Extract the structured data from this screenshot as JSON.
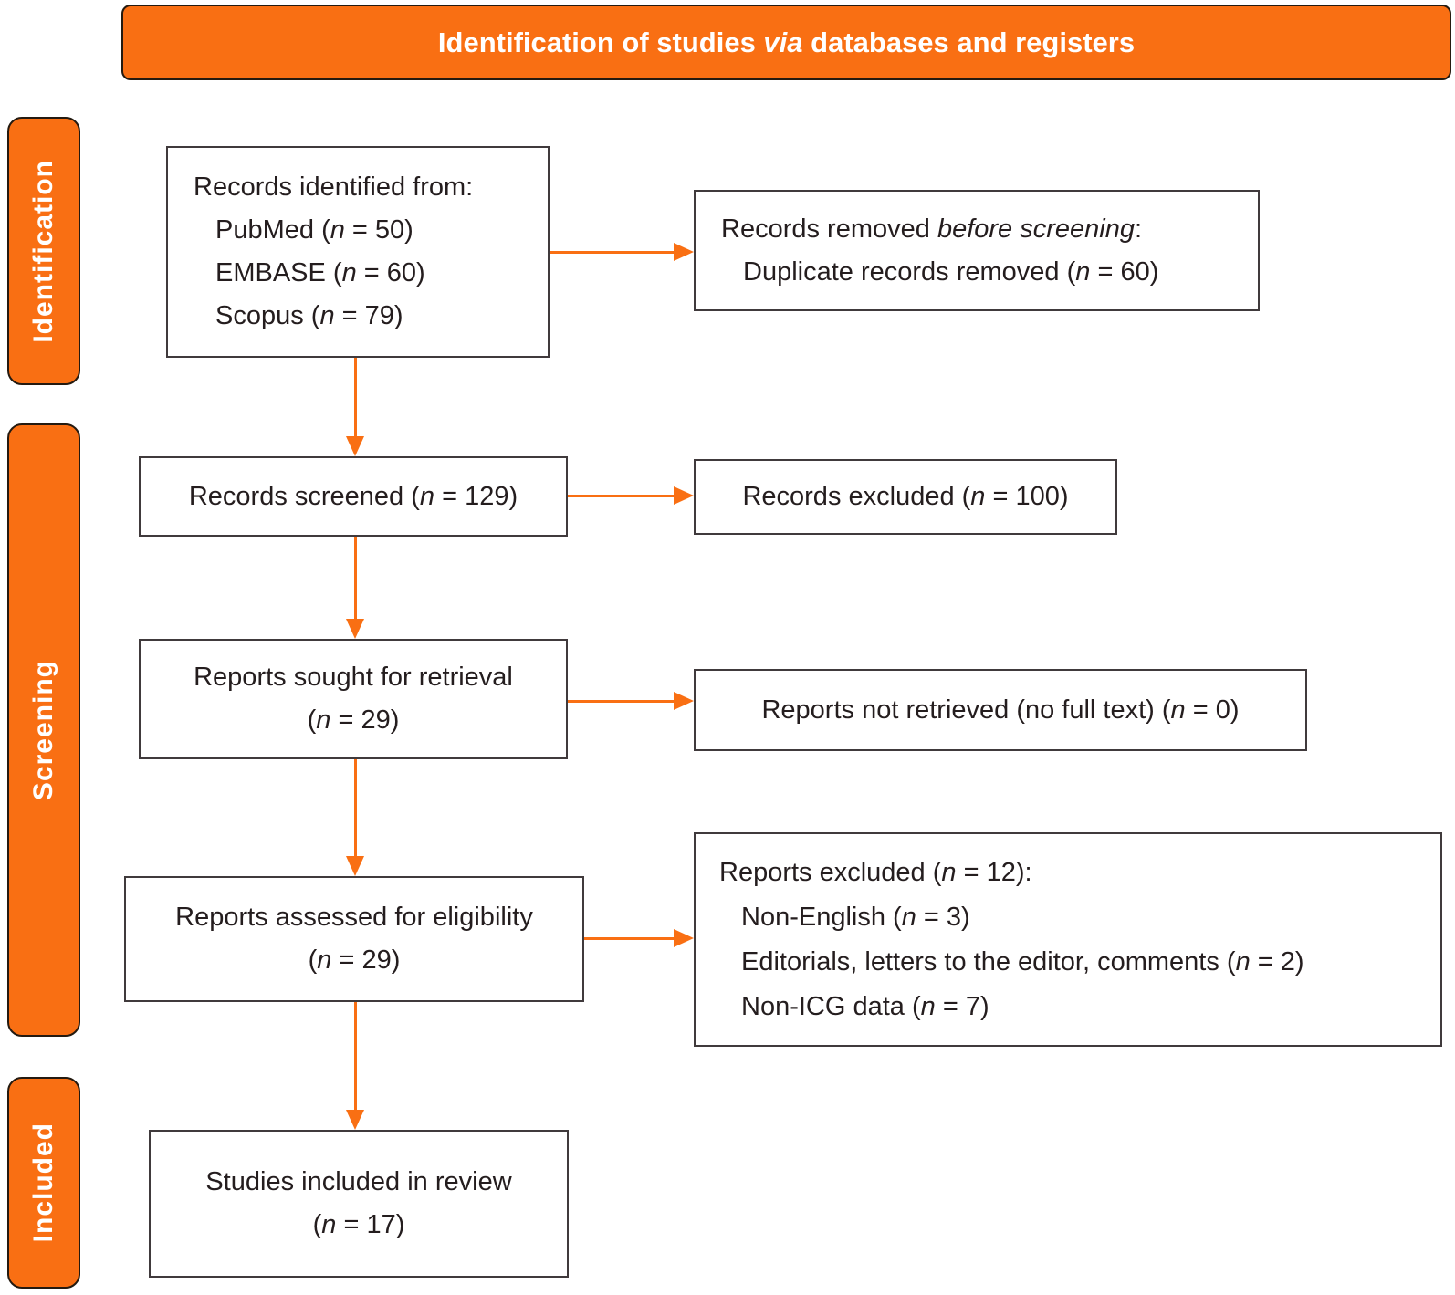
{
  "colors": {
    "accent_orange": "#F96F13",
    "box_border": "#403A3C",
    "text": "#241D1E",
    "header_text": "#FFFFFF"
  },
  "header": {
    "title_pre": "Identification of studies ",
    "title_italic": "via",
    "title_post": " databases and registers"
  },
  "sidebar": {
    "identification": "Identification",
    "screening": "Screening",
    "included": "Included"
  },
  "boxes": {
    "records_identified": {
      "title": "Records identified from:",
      "items": [
        {
          "pre": "PubMed (",
          "it": "n",
          "post": " = 50)"
        },
        {
          "pre": "EMBASE (",
          "it": "n",
          "post": " = 60)"
        },
        {
          "pre": "Scopus (",
          "it": "n",
          "post": " = 79)"
        }
      ]
    },
    "records_removed": {
      "title": {
        "pre": "Records removed ",
        "it": "before screening",
        "post": ":"
      },
      "items": [
        {
          "pre": "Duplicate records removed (",
          "it": "n",
          "post": " = 60)"
        }
      ]
    },
    "records_screened": {
      "line": {
        "pre": "Records screened (",
        "it": "n",
        "post": " = 129)"
      }
    },
    "records_excluded": {
      "line": {
        "pre": "Records excluded (",
        "it": "n",
        "post": " = 100)"
      }
    },
    "reports_sought": {
      "line1": "Reports sought for retrieval",
      "line2": {
        "pre": "(",
        "it": "n",
        "post": " = 29)"
      }
    },
    "reports_not_retrieved": {
      "line": {
        "pre": "Reports not retrieved (no full text) (",
        "it": "n",
        "post": " = 0)"
      }
    },
    "reports_assessed": {
      "line1": "Reports assessed for eligibility",
      "line2": {
        "pre": "(",
        "it": "n",
        "post": " = 29)"
      }
    },
    "reports_excluded": {
      "title": {
        "pre": "Reports excluded (",
        "it": "n",
        "post": " = 12):"
      },
      "items": [
        {
          "pre": "Non-English (",
          "it": "n",
          "post": " = 3)"
        },
        {
          "pre": "Editorials, letters to the editor, comments (",
          "it": "n",
          "post": " = 2)"
        },
        {
          "pre": "Non-ICG data (",
          "it": "n",
          "post": " = 7)"
        }
      ]
    },
    "studies_included": {
      "line1": "Studies included in review",
      "line2": {
        "pre": "(",
        "it": "n",
        "post": " = 17)"
      }
    }
  }
}
